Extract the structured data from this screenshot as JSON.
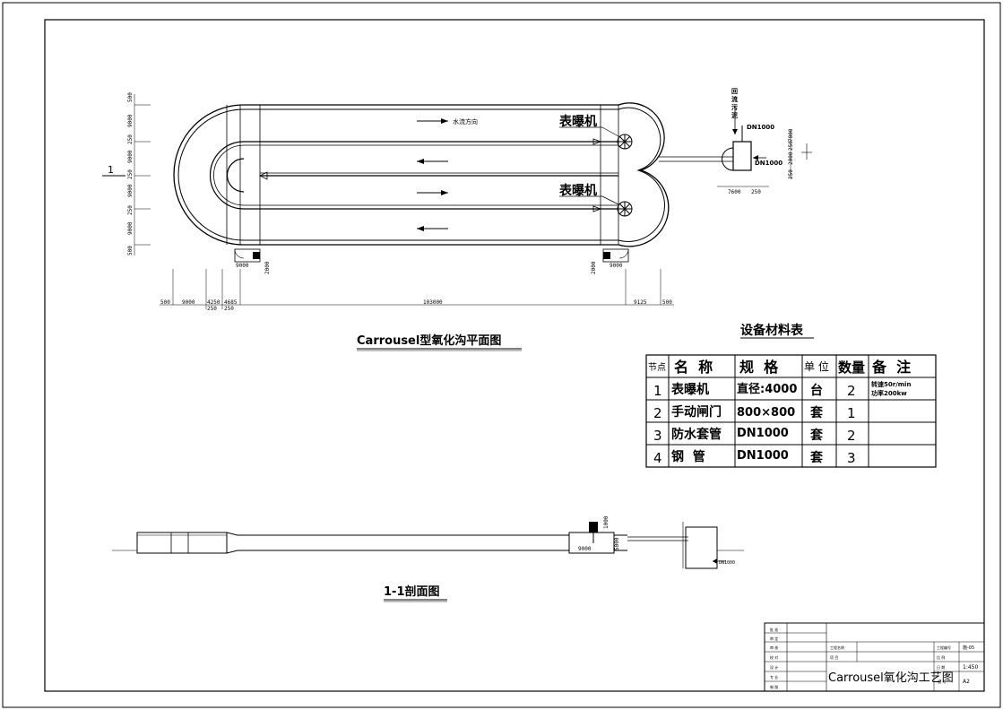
{
  "plan": {
    "title": "Carrousel型氧化沟平面图",
    "flow_label": "水流方向",
    "aerator_labels": [
      "表曝机",
      "表曝机"
    ],
    "sludge_label": [
      "回",
      "流",
      "污",
      "泥"
    ],
    "pipe_labels": [
      "DN1000",
      "DN1000"
    ],
    "section_mark": "1",
    "left_dims": [
      "500",
      "9000",
      "250",
      "9000",
      "250",
      "9000",
      "250",
      "9000",
      "500"
    ],
    "bottom_dims": [
      "500",
      "9000",
      "4250",
      "4685",
      "103000",
      "9125",
      "500"
    ],
    "bottom_dims_small": [
      "250",
      "250"
    ],
    "corner_dims": [
      "9000",
      "2000",
      "2000",
      "9000"
    ],
    "tank_dims": [
      "7600",
      "250",
      "250",
      "2000",
      "250",
      "7000"
    ]
  },
  "table": {
    "title": "设备材料表",
    "headers": [
      "节点",
      "名  称",
      "规  格",
      "单 位",
      "数量",
      "备  注"
    ],
    "rows": [
      {
        "no": "1",
        "name": "表曝机",
        "spec": "直径:4000",
        "unit": "台",
        "qty": "2",
        "note1": "转速50r/min",
        "note2": "功率200kw"
      },
      {
        "no": "2",
        "name": "手动闸门",
        "spec": "800×800",
        "unit": "套",
        "qty": "1",
        "note1": "",
        "note2": ""
      },
      {
        "no": "3",
        "name": "防水套管",
        "spec": "DN1000",
        "unit": "套",
        "qty": "2",
        "note1": "",
        "note2": ""
      },
      {
        "no": "4",
        "name": "钢  管",
        "spec": "DN1000",
        "unit": "套",
        "qty": "3",
        "note1": "",
        "note2": ""
      }
    ]
  },
  "section": {
    "title": "1-1剖面图",
    "dims": [
      "1000",
      "5000",
      "9000"
    ],
    "pipe": "DN1000"
  },
  "title_block": {
    "left_labels": [
      "批 准",
      "审 定",
      "审 核",
      "校 对",
      "设 计",
      "专 业",
      "制 图"
    ],
    "project_label": "工程名称",
    "subitem_label": "项 目",
    "drawing_no_label": "工程编号",
    "drawing_no": "施-05",
    "scale_label": "比 例",
    "scale": "1:450",
    "sheet_label": "图 号",
    "sheet": "A2",
    "date_label": "日 期",
    "drawing_title": "Carrousel氧化沟工艺图"
  }
}
